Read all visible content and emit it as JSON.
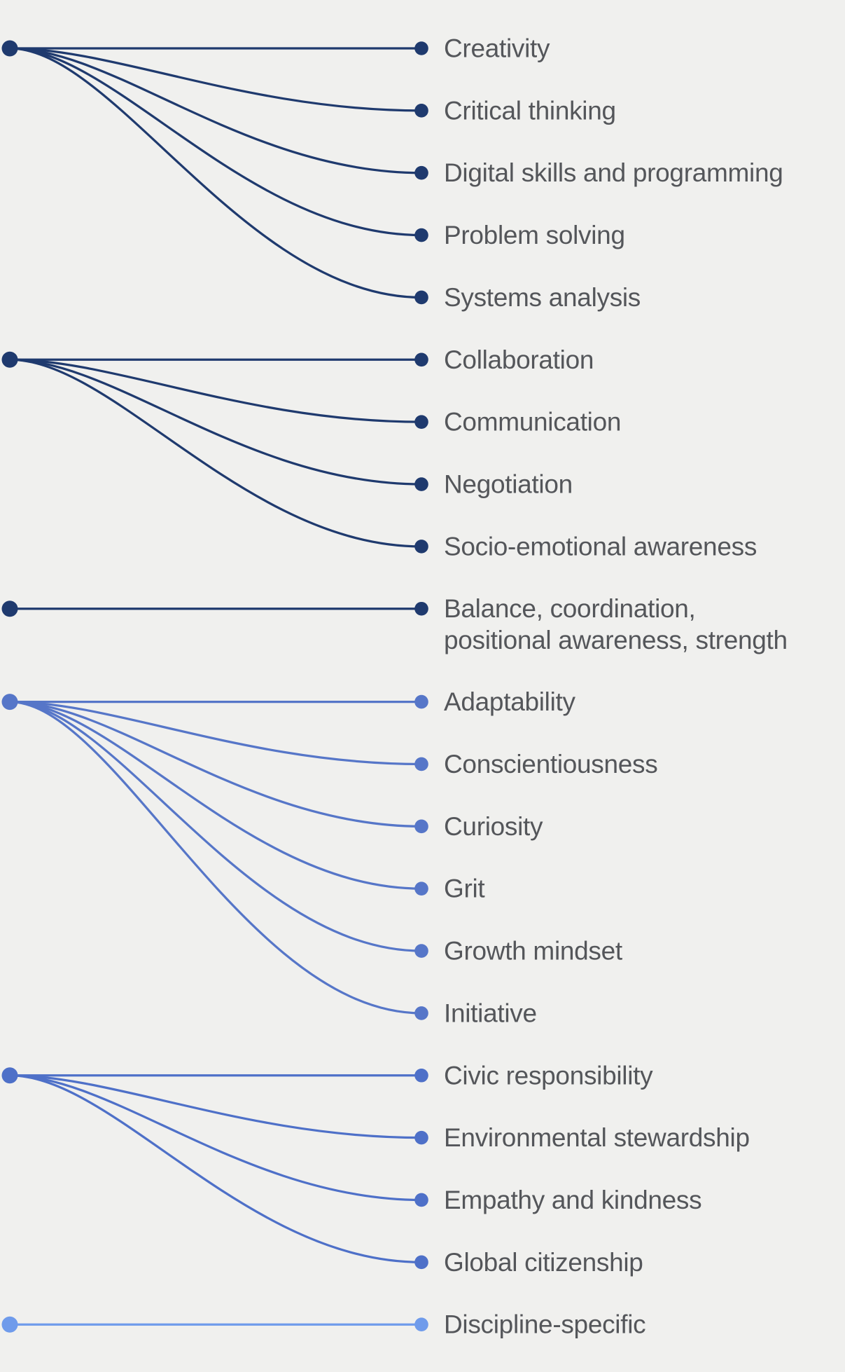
{
  "diagram": {
    "background_color": "#F0F0EE",
    "label_text_color": "#54565A",
    "groups": [
      {
        "name": "group-1",
        "color": "#1F3A6E",
        "items": [
          {
            "label": "Creativity"
          },
          {
            "label": "Critical thinking"
          },
          {
            "label": "Digital skills and programming"
          },
          {
            "label": "Problem solving"
          },
          {
            "label": "Systems analysis"
          }
        ]
      },
      {
        "name": "group-2",
        "color": "#1F3A6E",
        "items": [
          {
            "label": "Collaboration"
          },
          {
            "label": "Communication"
          },
          {
            "label": "Negotiation"
          },
          {
            "label": "Socio-emotional awareness"
          }
        ]
      },
      {
        "name": "group-3",
        "color": "#1F3A6E",
        "items": [
          {
            "lines": [
              "Balance, coordination,",
              "positional awareness, strength"
            ]
          }
        ]
      },
      {
        "name": "group-4",
        "color": "#5676C8",
        "items": [
          {
            "label": "Adaptability"
          },
          {
            "label": "Conscientiousness"
          },
          {
            "label": "Curiosity"
          },
          {
            "label": "Grit"
          },
          {
            "label": "Growth mindset"
          },
          {
            "label": "Initiative"
          }
        ]
      },
      {
        "name": "group-5",
        "color": "#4E70C8",
        "items": [
          {
            "label": "Civic responsibility"
          },
          {
            "label": "Environmental stewardship"
          },
          {
            "label": "Empathy and kindness"
          },
          {
            "label": "Global citizenship"
          }
        ]
      },
      {
        "name": "group-6",
        "color": "#6F9BEB",
        "items": [
          {
            "label": "Discipline-specific"
          }
        ]
      }
    ]
  }
}
